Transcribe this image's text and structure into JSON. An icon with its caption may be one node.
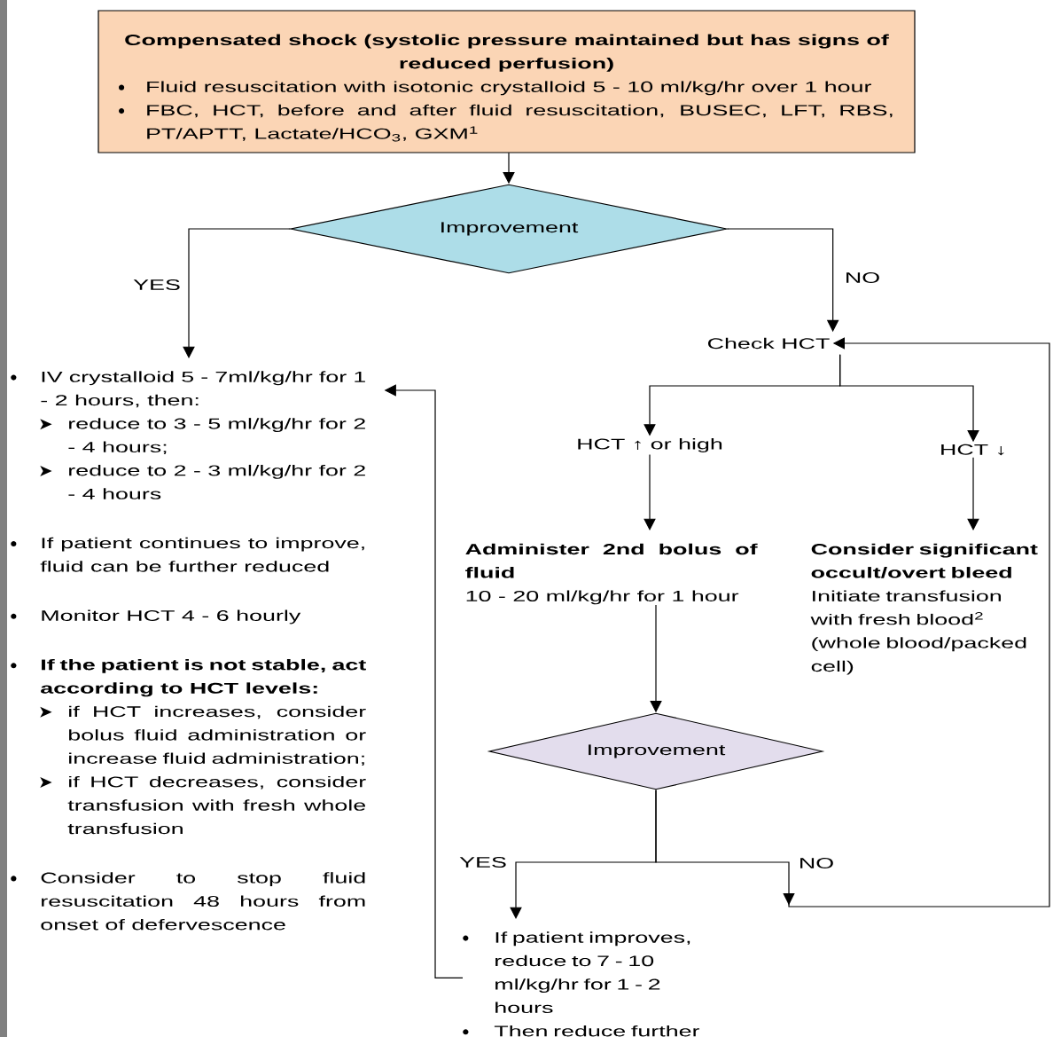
{
  "diagram": {
    "nodes": [
      {
        "text": [
          "Compensated shock (systolic pressure maintained but has signs of reduced perfusion)",
          "Fluid resuscitation with isotonic crystalloid 5 - 10 ml/kg/hr over 1 hour",
          "FBC, HCT, before and after fluid resuscitation, BUSEC, LFT, RBS, PT/APTT, Lactate/HCO$_{3}$, GXM$^{1}$"
        ]
      },
      {
        "text": [
          "Improvement"
        ]
      },
      {
        "text": [
          "IV crystalloid 5 - 7ml/kg/hr for 1 - 2 hours, then:",
          "reduce to 3 - 5 ml/kg/hr for 2 - 4 hours;",
          "reduce to 2 - 3 ml/kg/hr for 2 - 4 hours",
          "If patient continues to improve, fluid can be further reduced",
          "Monitor HCT 4 - 6 hourly",
          "If the patient is not stable, act according to HCT levels:",
          "if HCT increases, consider bolus fluid administration or increase fluid administration;",
          "if HCT decreases, consider transfusion with fresh whole transfusion",
          "Consider to stop fluid resuscitation 48 hours from onset of defervescence"
        ]
      },
      {
        "text": [
          "Check HCT"
        ]
      },
      {
        "text": [
          "HCT ↑ or high"
        ]
      },
      {
        "text": [
          "HCT ↓"
        ]
      },
      {
        "text": [
          "Administer 2nd bolus of fluid",
          "10 - 20 ml/kg/hr for 1 hour"
        ]
      },
      {
        "text": [
          "Consider significant occult/overt bleed",
          "Initiate transfusion with fresh blood$^{2}$ (whole blood/packed cell)"
        ]
      },
      {
        "text": [
          "Improvement"
        ]
      },
      {
        "text": [
          "If patient improves, reduce to 7 - 10 ml/kg/hr for 1 - 2 hours",
          "Then reduce further"
        ]
      }
    ],
    "edges": [
      {
        "from": 0,
        "to": 1,
        "arrow": "to"
      },
      {
        "from": 1,
        "to": 2,
        "arrow": "to",
        "label": "YES"
      },
      {
        "from": 1,
        "to": 3,
        "arrow": "to",
        "label": "NO"
      },
      {
        "from": 3,
        "to": 4,
        "arrow": "to"
      },
      {
        "from": 3,
        "to": 5,
        "arrow": "to"
      },
      {
        "from": 4,
        "to": 6,
        "arrow": "to"
      },
      {
        "from": 5,
        "to": 7,
        "arrow": "to"
      },
      {
        "from": 6,
        "to": 8,
        "arrow": "to"
      },
      {
        "from": 8,
        "to": 9,
        "arrow": "to",
        "label": "YES"
      },
      {
        "from": 8,
        "to": 3,
        "arrow": "to",
        "label": "NO"
      },
      {
        "from": 9,
        "to": 2,
        "arrow": "to"
      }
    ]
  }
}
